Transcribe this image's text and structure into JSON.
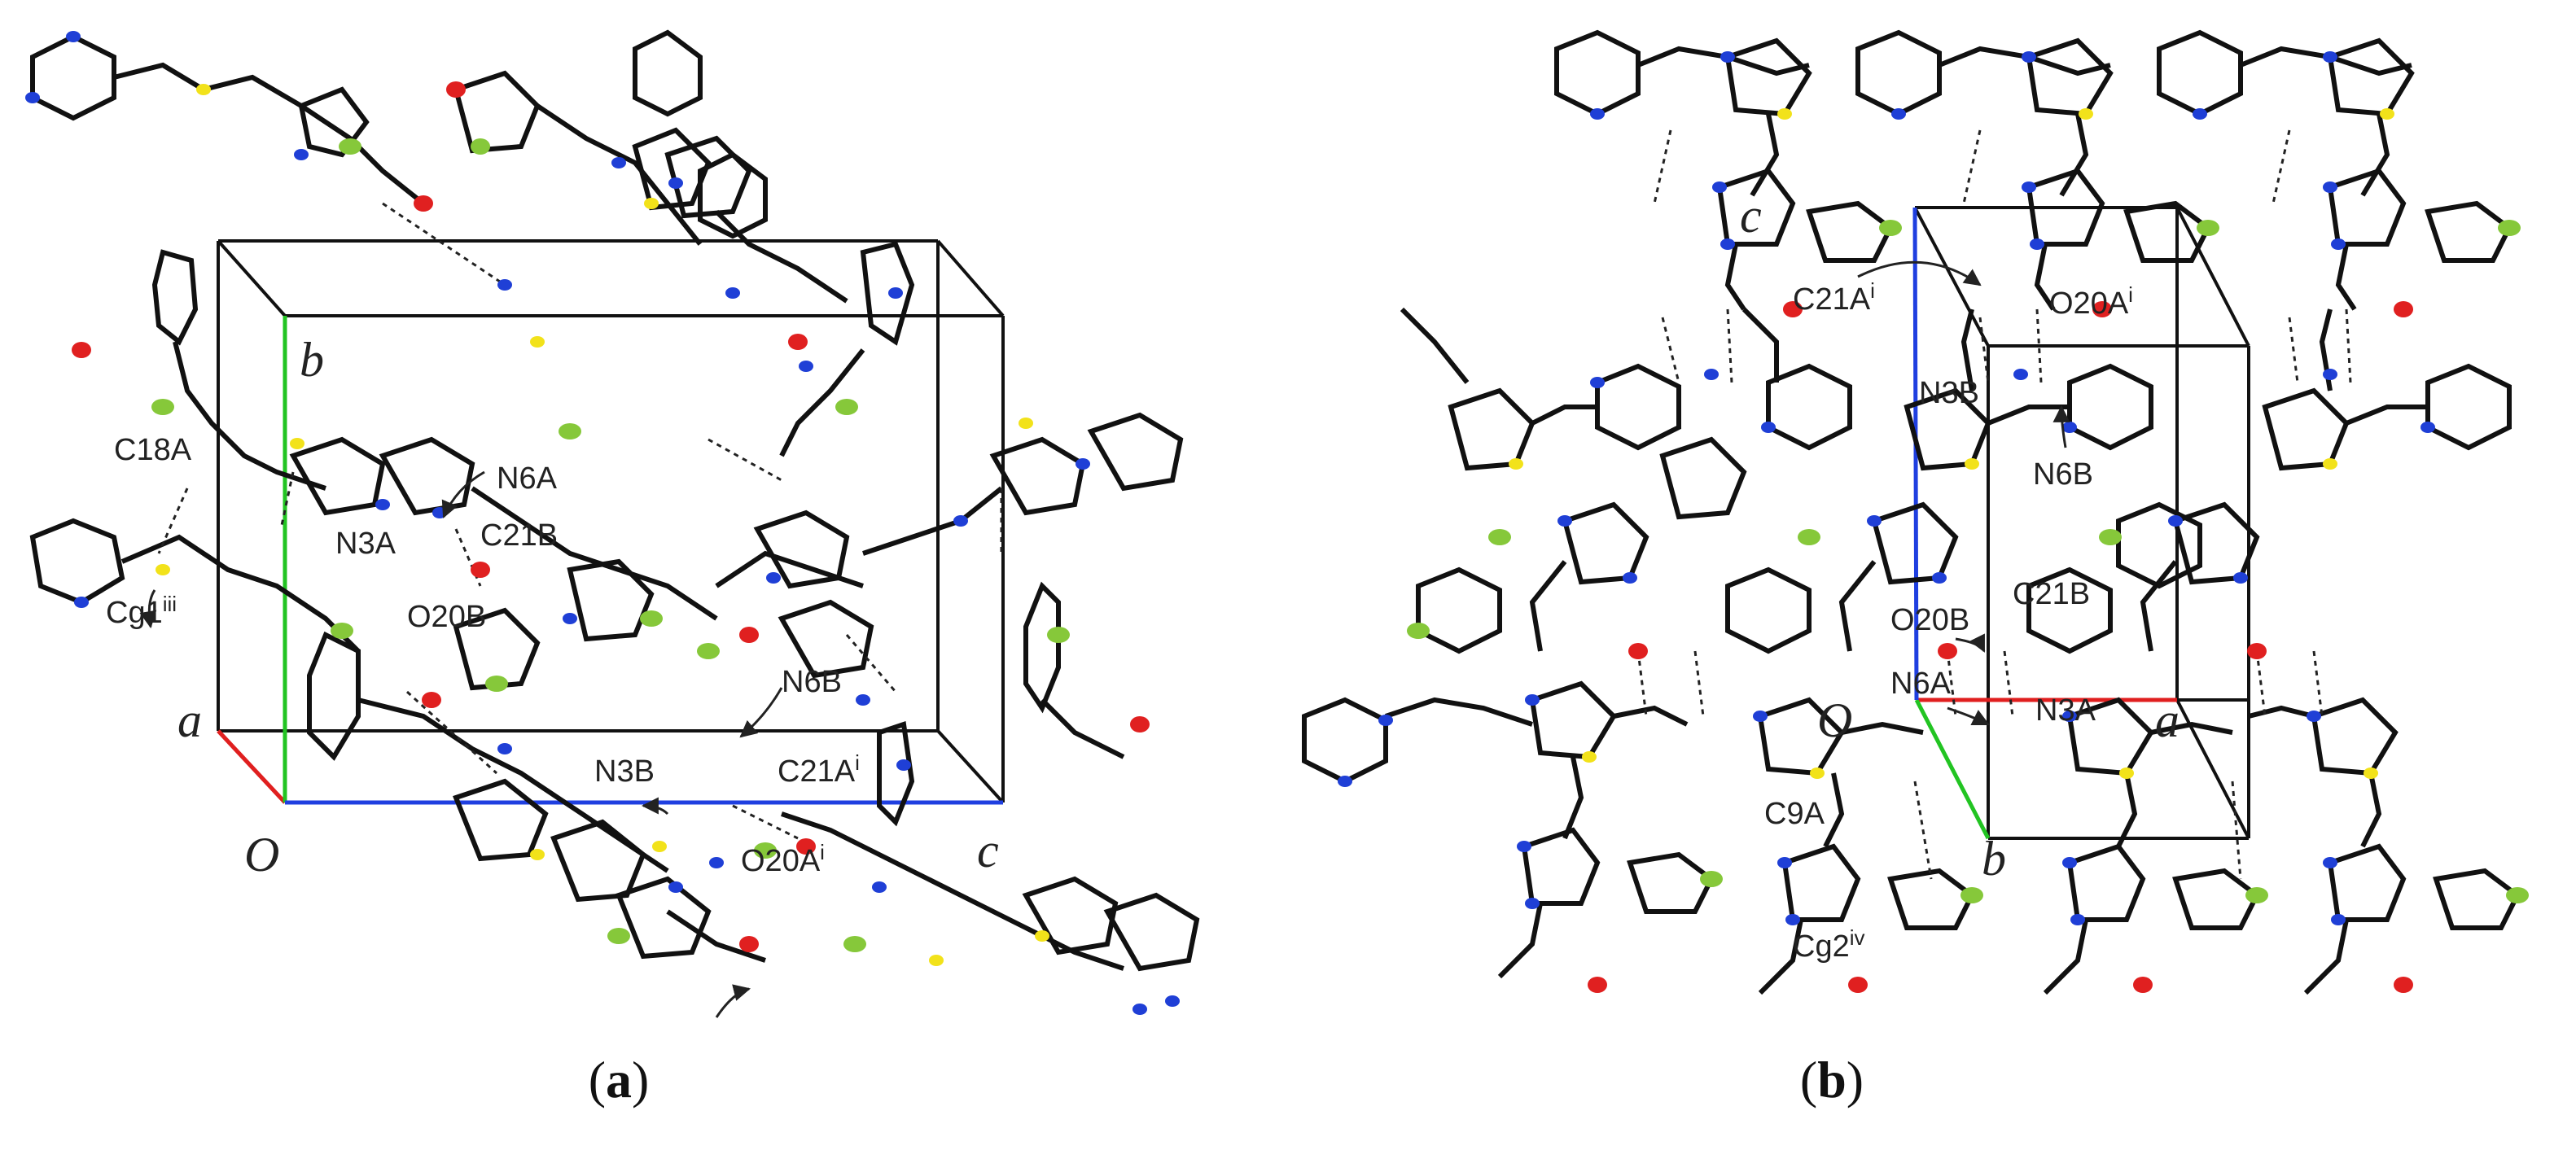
{
  "panels": [
    {
      "caption_open": "(",
      "caption_letter": "a",
      "caption_close": ")",
      "axes": {
        "a": "a",
        "b": "b",
        "c": "c",
        "origin": "O"
      },
      "labels": [
        "C18A",
        "N6A",
        "N3A",
        "C21B",
        "O20B",
        "Cg1",
        "N6B",
        "C21A",
        "N3B",
        "O20A"
      ],
      "superscripts": {
        "Cg1": "iii",
        "C21A": "i",
        "O20A": "i"
      }
    },
    {
      "caption_open": "(",
      "caption_letter": "b",
      "caption_close": ")",
      "axes": {
        "a": "a",
        "b": "b",
        "c": "c",
        "origin": "O"
      },
      "labels": [
        "C21A",
        "O20A",
        "N3B",
        "N6B",
        "C21B",
        "O20B",
        "N6A",
        "N3A",
        "C9A",
        "Cg2"
      ],
      "superscripts": {
        "C21A": "i",
        "O20A": "i",
        "Cg2": "iv"
      }
    }
  ],
  "colors": {
    "bond": "#111111",
    "carbon": "#333333",
    "nitrogen": "#1f3fd6",
    "oxygen": "#e02020",
    "sulfur": "#f2e21a",
    "fluorine": "#86c83a",
    "axis_a": "#e01f1f",
    "axis_b": "#22c422",
    "axis_c": "#1f3fe0",
    "hbond": "#222222"
  }
}
